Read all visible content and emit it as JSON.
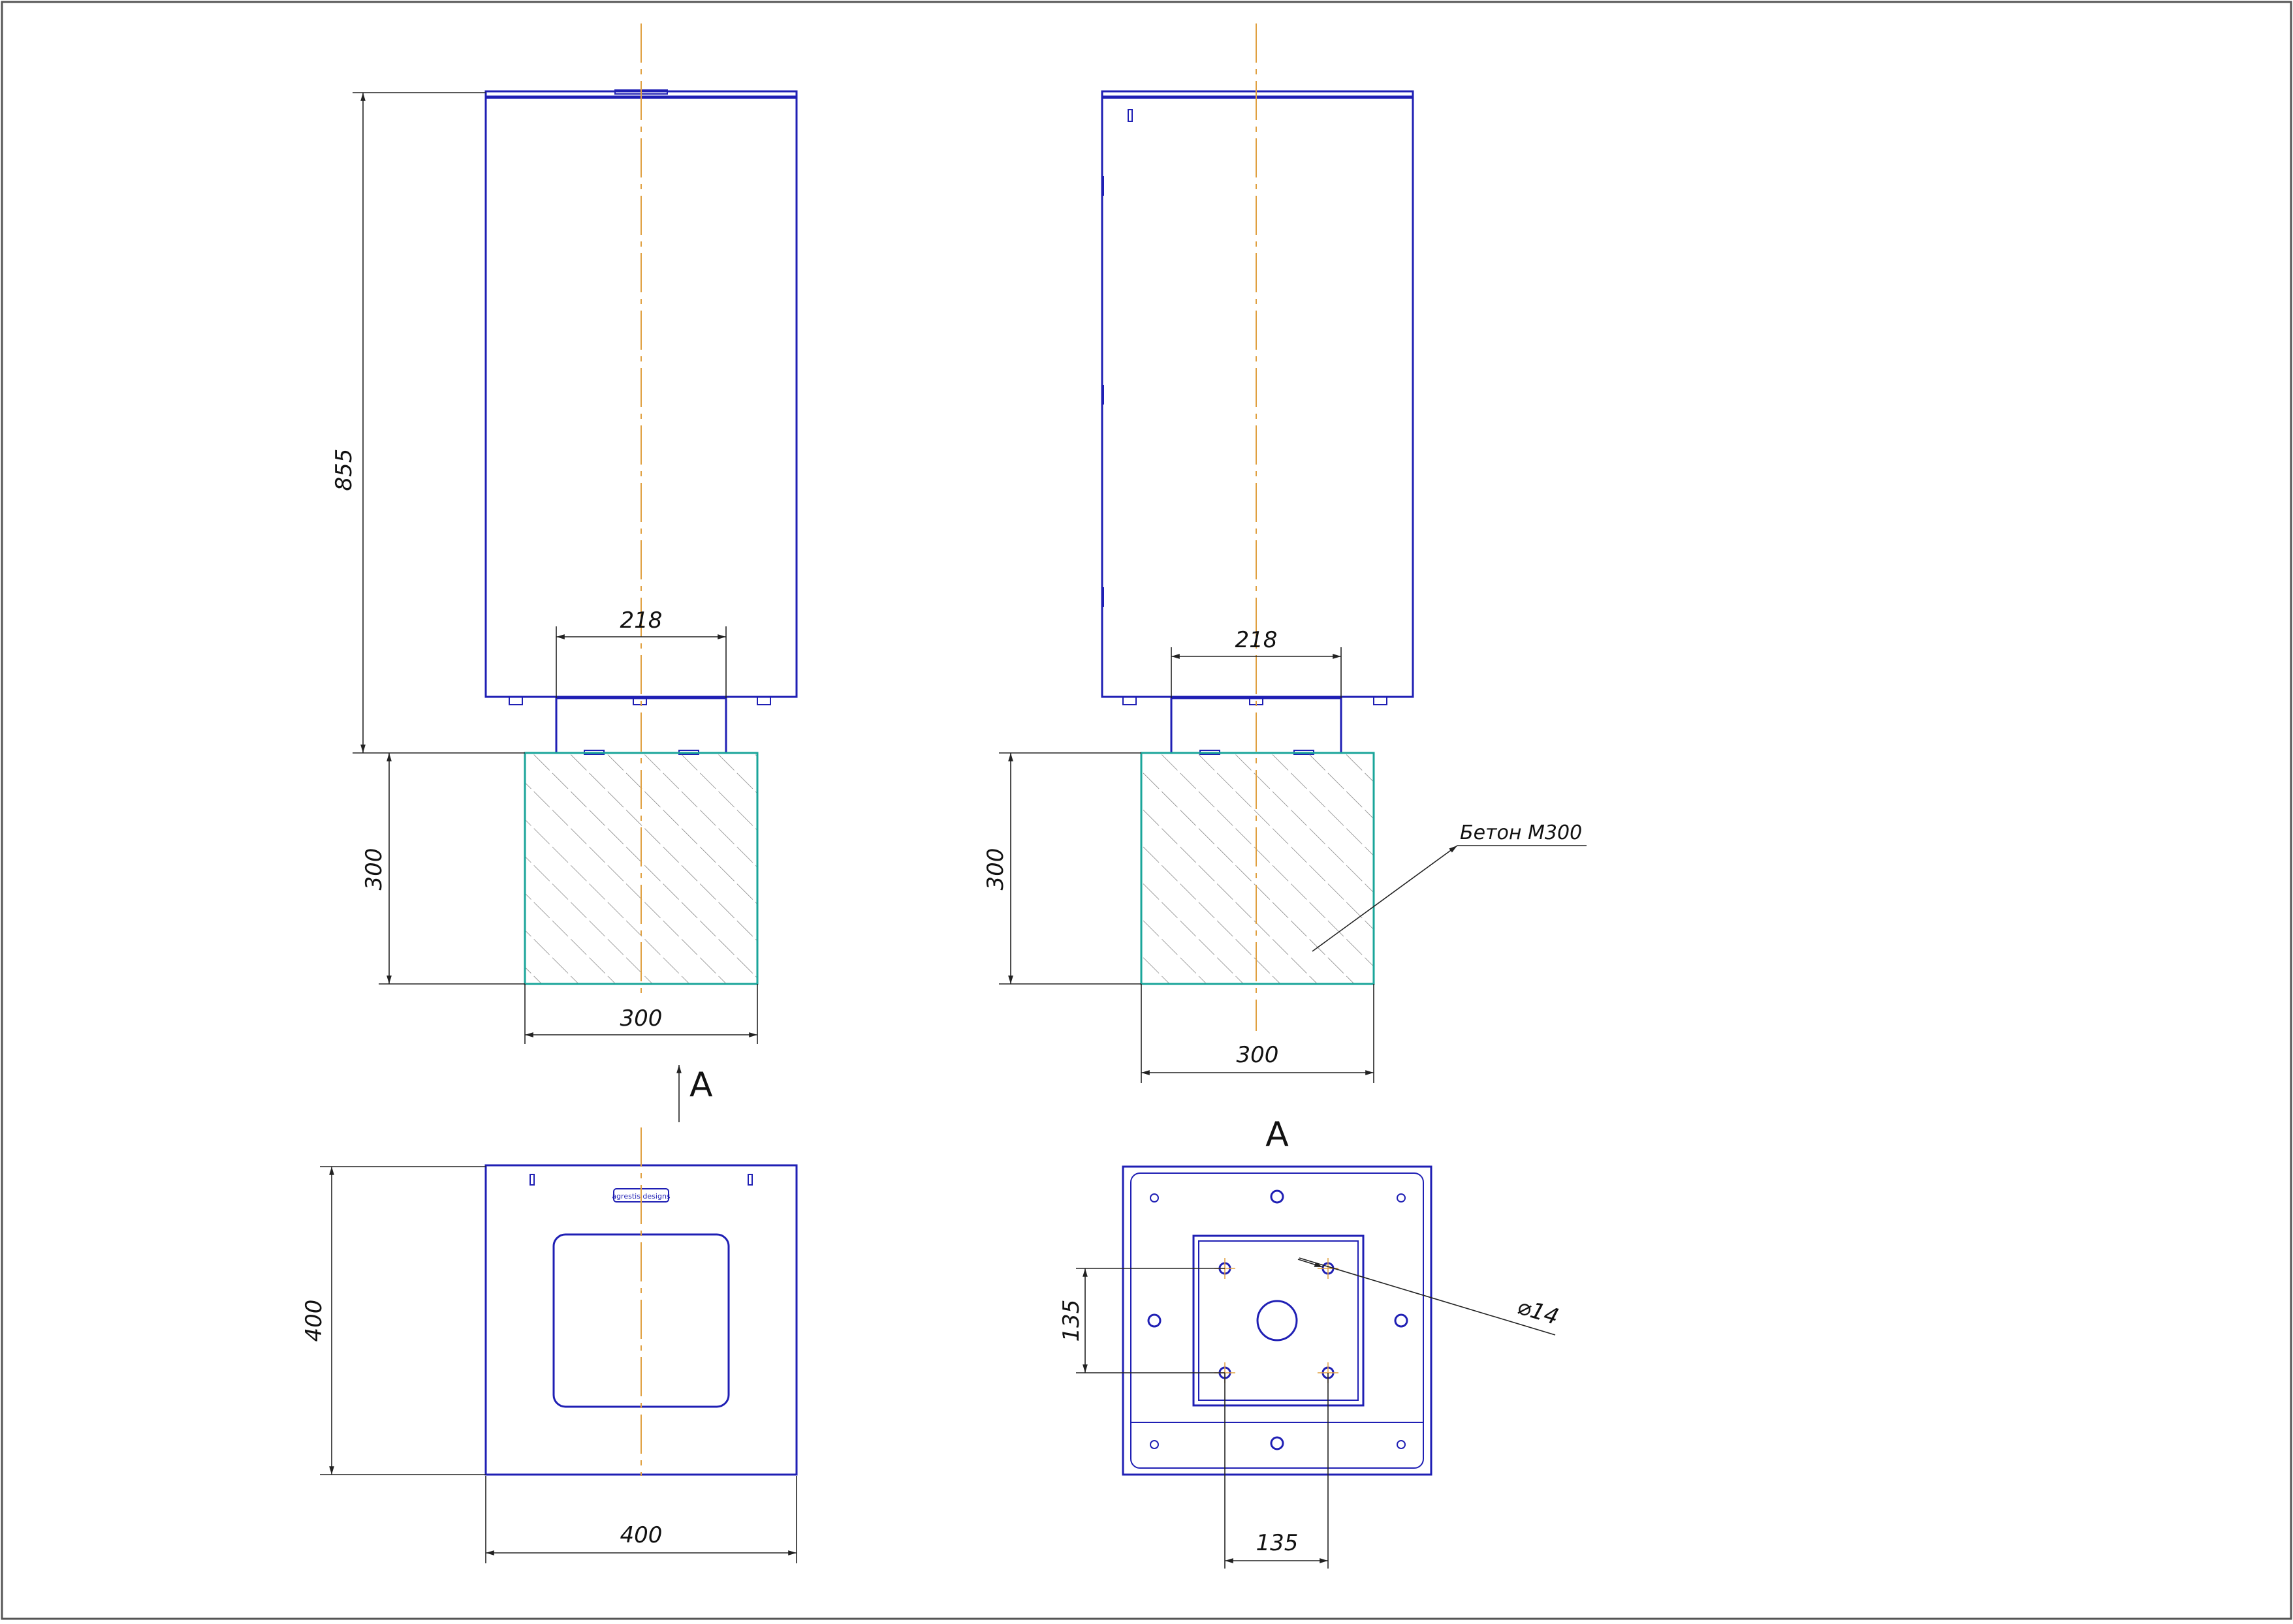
{
  "colors": {
    "outline": "#1f1fb4",
    "concrete_edge": "#1aa59a",
    "centerline": "#e0a040",
    "dimension": "#222222"
  },
  "dims": {
    "height_total": "855",
    "plate_width_front": "218",
    "plate_width_side": "218",
    "base_height_front": "300",
    "base_height_side": "300",
    "base_width_front": "300",
    "base_width_side": "300",
    "top_view_height": "400",
    "top_view_width": "400",
    "bolt_spacing_v": "135",
    "bolt_spacing_h": "135",
    "hole_diameter": "⌀14"
  },
  "labels": {
    "concrete": "Бетон М300",
    "view_marker": "A",
    "view_title": "A",
    "logo_text": "agrestis designs"
  }
}
